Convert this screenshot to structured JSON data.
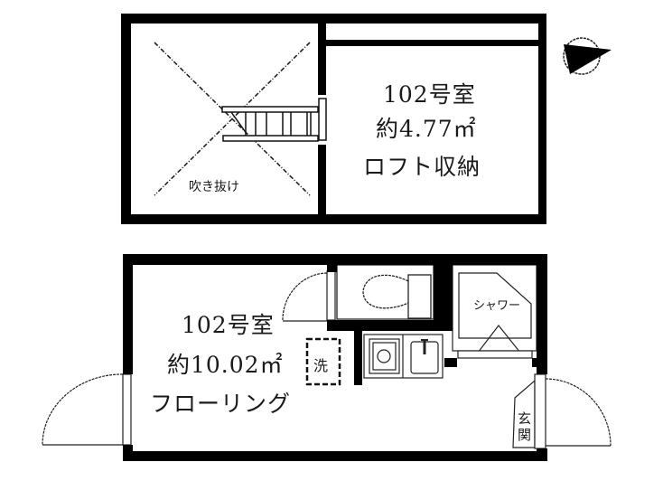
{
  "loft": {
    "void_label": "吹き抜け",
    "room_number": "102号室",
    "area": "約4.77㎡",
    "type": "ロフト収納"
  },
  "main": {
    "room_number": "102号室",
    "area": "約10.02㎡",
    "type": "フローリング",
    "washer_label": "洗",
    "shower_label": "シャワー",
    "entrance_label_1": "玄",
    "entrance_label_2": "関"
  },
  "compass": {
    "icon": "north-arrow-icon",
    "direction": "east"
  },
  "colors": {
    "wall": "#000000",
    "background": "#ffffff",
    "line": "#333333"
  }
}
